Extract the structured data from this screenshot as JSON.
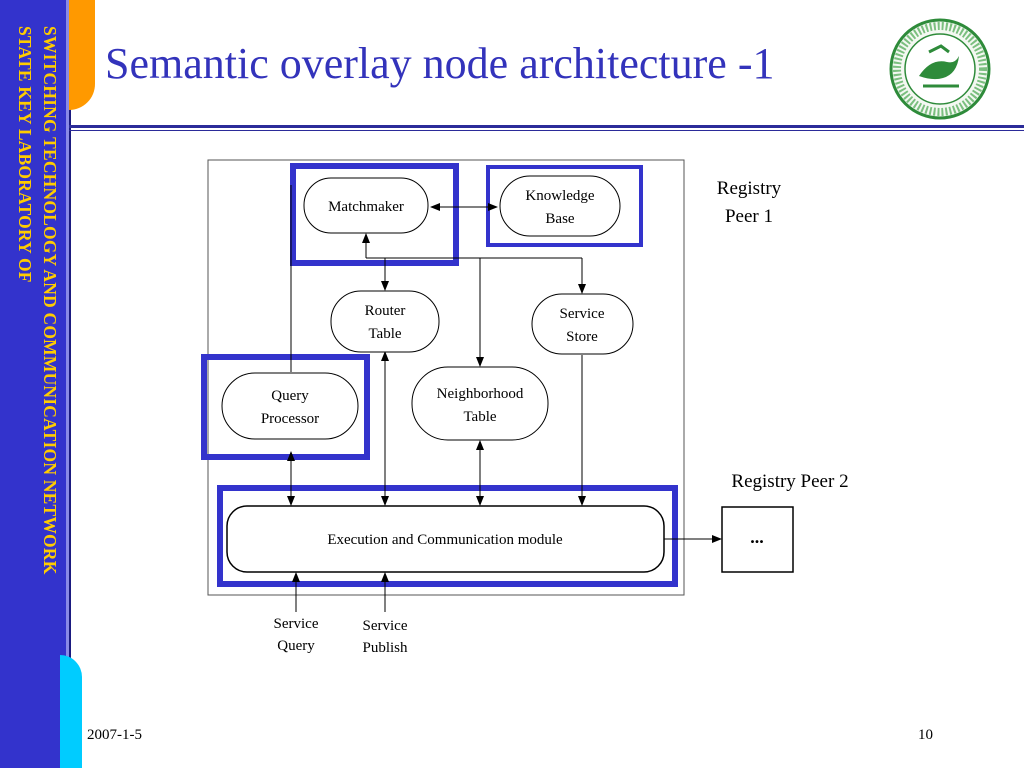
{
  "slide": {
    "title": "Semantic overlay node architecture -1",
    "side_text_line1": "SWITCHING TECHNOLOGY AND COMMUNICATION NETWORK",
    "side_text_line2": "STATE KEY LABORATORY OF",
    "date": "2007-1-5",
    "page_number": "10"
  },
  "colors": {
    "accent_blue": "#3333cc",
    "side_text": "#ffcc00",
    "orange_tab": "#ff9900",
    "cyan_tab": "#00ccff",
    "highlight_frame": "#3333cc",
    "logo_green": "#2e8b3a"
  },
  "diagram": {
    "nodes": {
      "matchmaker": "Matchmaker",
      "knowledge_base": [
        "Knowledge",
        "Base"
      ],
      "router_table": [
        "Router",
        "Table"
      ],
      "service_store": [
        "Service",
        "Store"
      ],
      "query_processor": [
        "Query",
        "Processor"
      ],
      "neighborhood_table": [
        "Neighborhood",
        "Table"
      ],
      "execution_module": "Execution and Communication module",
      "peer2_box": "..."
    },
    "labels": {
      "registry_peer1": [
        "Registry",
        "Peer 1"
      ],
      "registry_peer2": "Registry Peer 2",
      "service_query": [
        "Service",
        "Query"
      ],
      "service_publish": [
        "Service",
        "Publish"
      ]
    }
  }
}
